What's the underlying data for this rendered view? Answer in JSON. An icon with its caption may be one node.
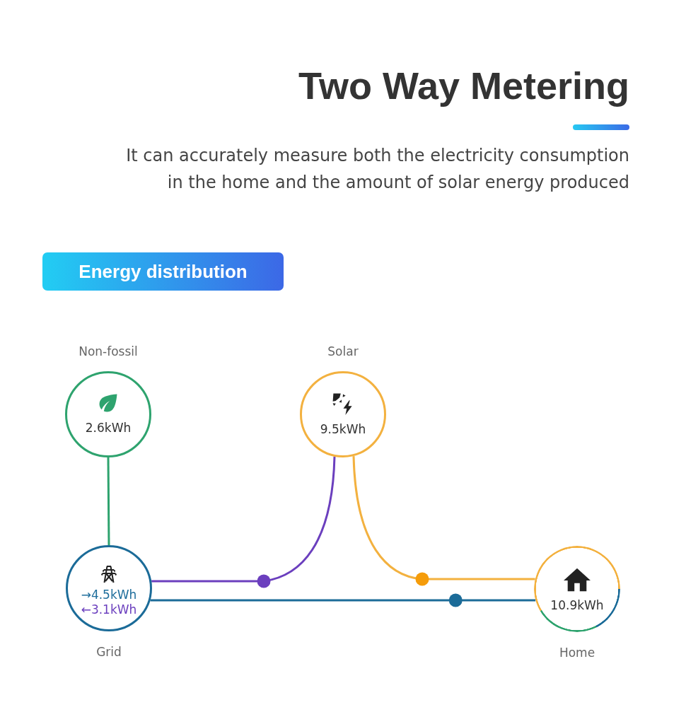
{
  "diagram": {
    "title": "Two Way Metering",
    "nodes": [
      {
        "text": [
          "Energy distribution"
        ]
      },
      {
        "text": [
          "Non-fossil",
          "2.6kWh"
        ]
      },
      {
        "text": [
          "Solar",
          "9.5kWh"
        ]
      },
      {
        "text": [
          "→4.5kWh",
          "←3.1kWh",
          "Grid"
        ]
      },
      {
        "text": [
          "10.9kWh",
          "Home"
        ]
      }
    ],
    "edges": [
      {
        "from": 1,
        "to": 3,
        "arrow": "none",
        "color": "#2ea36e"
      },
      {
        "from": 2,
        "to": 3,
        "arrow": "none",
        "color": "#6b3fbe"
      },
      {
        "from": 2,
        "to": 4,
        "arrow": "none",
        "color": "#f3b13f"
      },
      {
        "from": 3,
        "to": 4,
        "arrow": "none",
        "color": "#1b6b98"
      }
    ],
    "labels": [
      "It can accurately measure both the electricity consumption in the home and the amount of solar energy produced"
    ]
  }
}
